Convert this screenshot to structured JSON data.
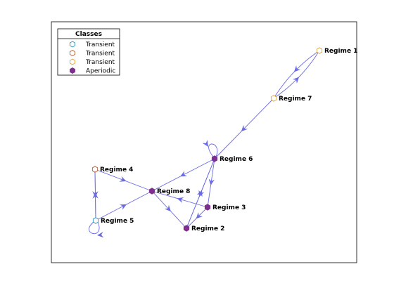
{
  "legend": {
    "title": "Classes",
    "entries": [
      {
        "label": "Transient",
        "color": "#2a8fbd",
        "fill": "none"
      },
      {
        "label": "Transient",
        "color": "#b5562a",
        "fill": "none"
      },
      {
        "label": "Transient",
        "color": "#e0a43a",
        "fill": "none"
      },
      {
        "label": "Aperiodic",
        "color": "#7e2f8e",
        "fill": "#7e2f8e"
      }
    ]
  },
  "colors": {
    "edge": "#6b6be6",
    "frame": "#000000"
  },
  "nodes": [
    {
      "id": "r1",
      "label": "Regime 1",
      "class": 2
    },
    {
      "id": "r7",
      "label": "Regime 7",
      "class": 2
    },
    {
      "id": "r6",
      "label": "Regime 6",
      "class": 3
    },
    {
      "id": "r4",
      "label": "Regime 4",
      "class": 1
    },
    {
      "id": "r8",
      "label": "Regime 8",
      "class": 3
    },
    {
      "id": "r3",
      "label": "Regime 3",
      "class": 3
    },
    {
      "id": "r5",
      "label": "Regime 5",
      "class": 0
    },
    {
      "id": "r2",
      "label": "Regime 2",
      "class": 3
    }
  ],
  "edges": [
    {
      "from": "r1",
      "to": "r7",
      "bend": 1
    },
    {
      "from": "r7",
      "to": "r1",
      "bend": 1
    },
    {
      "from": "r7",
      "to": "r6",
      "bend": 0
    },
    {
      "from": "r6",
      "to": "r6",
      "loop": true
    },
    {
      "from": "r6",
      "to": "r8",
      "bend": 0
    },
    {
      "from": "r6",
      "to": "r3",
      "bend": 0
    },
    {
      "from": "r6",
      "to": "r2",
      "bend": 0
    },
    {
      "from": "r2",
      "to": "r6",
      "bend": 0
    },
    {
      "from": "r4",
      "to": "r8",
      "bend": 0
    },
    {
      "from": "r4",
      "to": "r5",
      "bend": 0
    },
    {
      "from": "r5",
      "to": "r4",
      "bend": 0
    },
    {
      "from": "r5",
      "to": "r8",
      "bend": 0
    },
    {
      "from": "r5",
      "to": "r5",
      "loop": true
    },
    {
      "from": "r8",
      "to": "r2",
      "bend": 0
    },
    {
      "from": "r3",
      "to": "r8",
      "bend": 0
    },
    {
      "from": "r3",
      "to": "r2",
      "bend": 0
    }
  ]
}
